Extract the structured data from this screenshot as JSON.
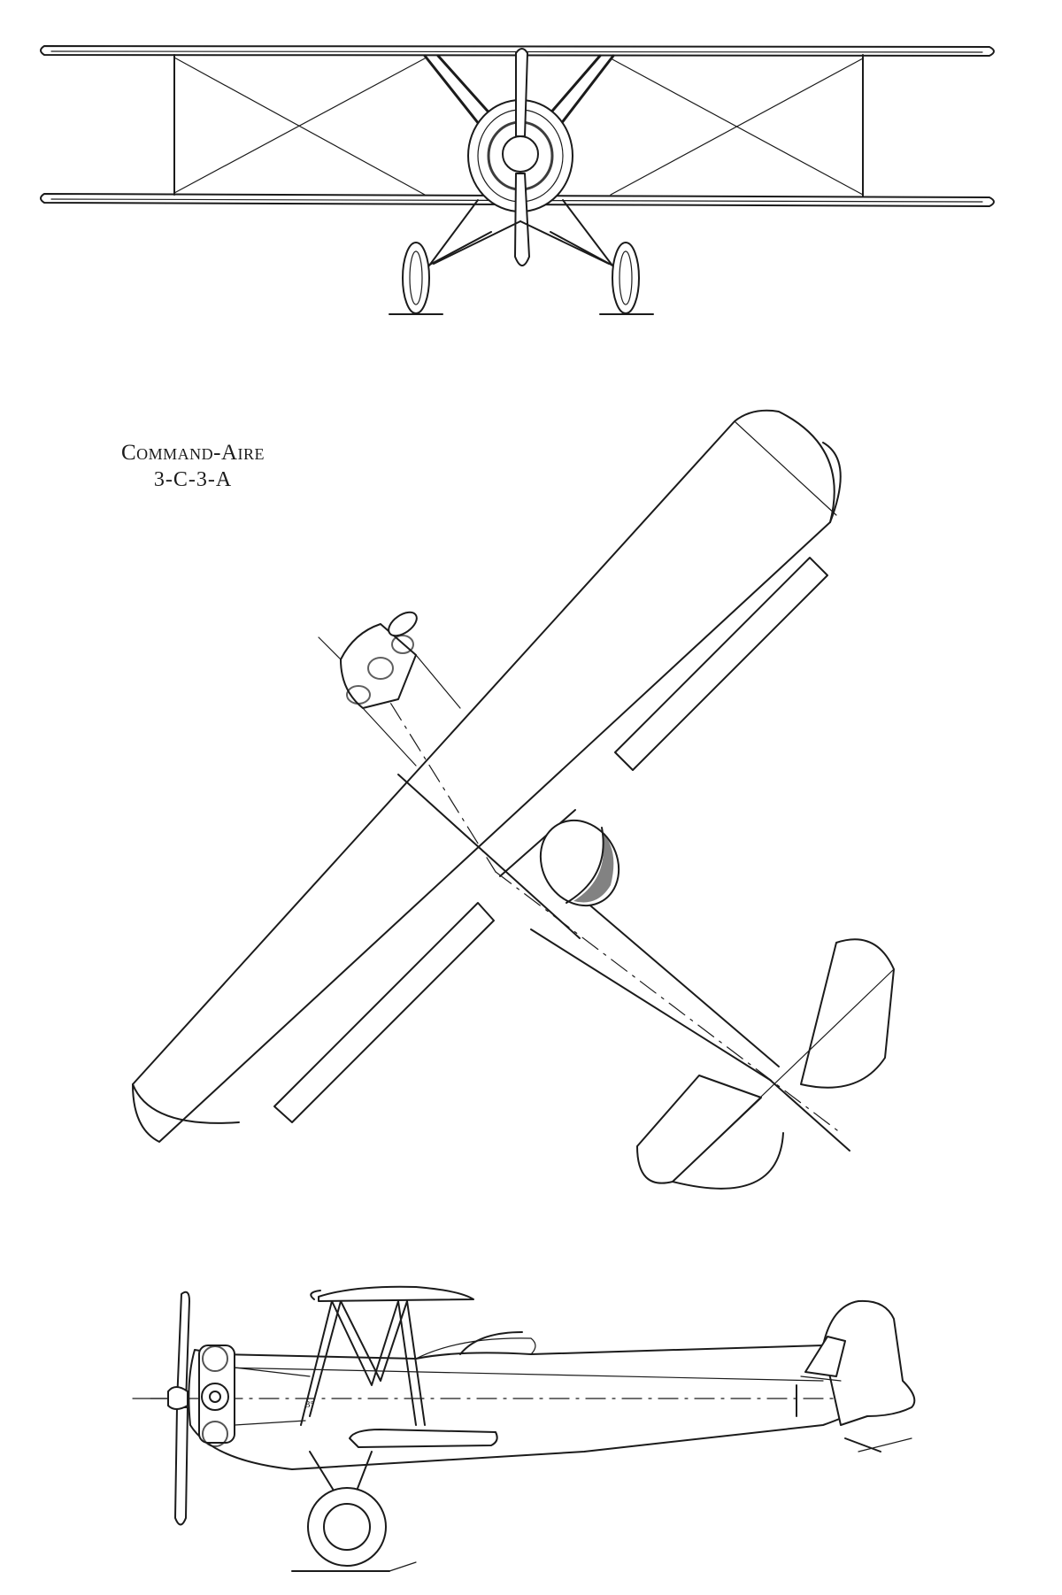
{
  "figure": {
    "caption_line1": "Command-Aire",
    "caption_line2": "3-C-3-A",
    "views": [
      {
        "id": "front-view"
      },
      {
        "id": "plan-view"
      },
      {
        "id": "side-view"
      }
    ],
    "side_view_dimension": "3°",
    "ink_color": "#1b1b1b",
    "paper_color": "#ffffff"
  }
}
